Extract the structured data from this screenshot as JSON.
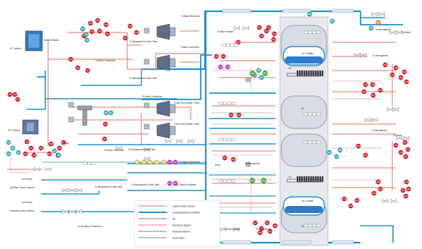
{
  "colors": {
    "superheated": "#e06e6e",
    "condensate": "#1b8fd0",
    "air": "#7a7a7a",
    "electrical": "#ff6fa0",
    "instrument": "#2d2d2d",
    "seal": "#8a8a8a",
    "valve_red": "#e51e2a",
    "valve_cyan": "#29c1c8",
    "valve_green": "#33c13d",
    "valve_magenta": "#ce35d0",
    "valve_yellow": "#e4dd5a",
    "valve_orange": "#f29b1d",
    "vessel_fill": "#d9dce3",
    "tank_blue": "#2e7ccf"
  },
  "labels": {
    "lp_turbine": "LP Turbine",
    "steam_header": "Steam Header",
    "hp_turbine": "HP Turbine",
    "to_main_condenser_1": "To Main Condenser",
    "to_main_condenser_2": "To Main Condenser",
    "to_main_condenser_3": "To Main Condenser",
    "to_atm_drain_1": "To Atmospheric Drain Tank",
    "to_atm_drain_2": "To Atmospheric Drain Tank",
    "to_atm_drain_3": "To Atmospheric Drain Tank",
    "to_atm_drain_4": "To Atmospheric Drain Tank",
    "to_atm_drain_5": "To Atmospheric Drain Tank",
    "turbine_generator_1": "Turbine Generator",
    "turbine_generator_2": "Turbine Generator",
    "to_main_header_1": "To Main Header",
    "to_main_header_2": "To Main Header",
    "turbo_feed_pump_1": "Turbo Feed Water Pump",
    "turbo_feed_pump_2": "Turbo Feed Water Pump",
    "to_gland_condenser": "To Gland Condenser",
    "to_gland_exhauster": "To Gland Exhauster",
    "to_aux_condenser": "To Auxiliary Condenser",
    "to_aux_condenser_2": "To Auxiliary Condenser",
    "to_atmosphere_1": "To Atmosphere",
    "to_atmosphere_2": "To Atmosphere",
    "to_atmosphere_3": "To Atmosphere",
    "to_boiler_1": "To Boiler",
    "to_boiler_2": "To Boiler",
    "to_economizer": "To Economizer",
    "to_atmosphere_4": "To Atmosphere",
    "aux_steam_system_1": "Auxiliary Steam System",
    "aux_steam_system_2": "Auxiliary Steam System",
    "cont_drain_1": "Cont Drain",
    "cont_drain_2": "Cont Drain",
    "hp_drum_top": "No 1 Boiler",
    "hp_drum_bottom": "No 2 Boiler",
    "drain_label_a": "Drain",
    "drain_label_b": "Drain",
    "valve_tag_a": "SV",
    "valve_tag_b": "SV",
    "valve_tag_c": "SV",
    "valve_tag_d": "SV"
  },
  "legend": [
    {
      "key": "superheated",
      "label": "Superheated Steam"
    },
    {
      "key": "condensate",
      "label": "Condensate/Feed Water"
    },
    {
      "key": "air",
      "label": "Air"
    },
    {
      "key": "electrical",
      "label": "Electrical Signal"
    },
    {
      "key": "instrument",
      "label": "Instrumentation"
    },
    {
      "key": "seal",
      "label": "Seal Water"
    }
  ]
}
